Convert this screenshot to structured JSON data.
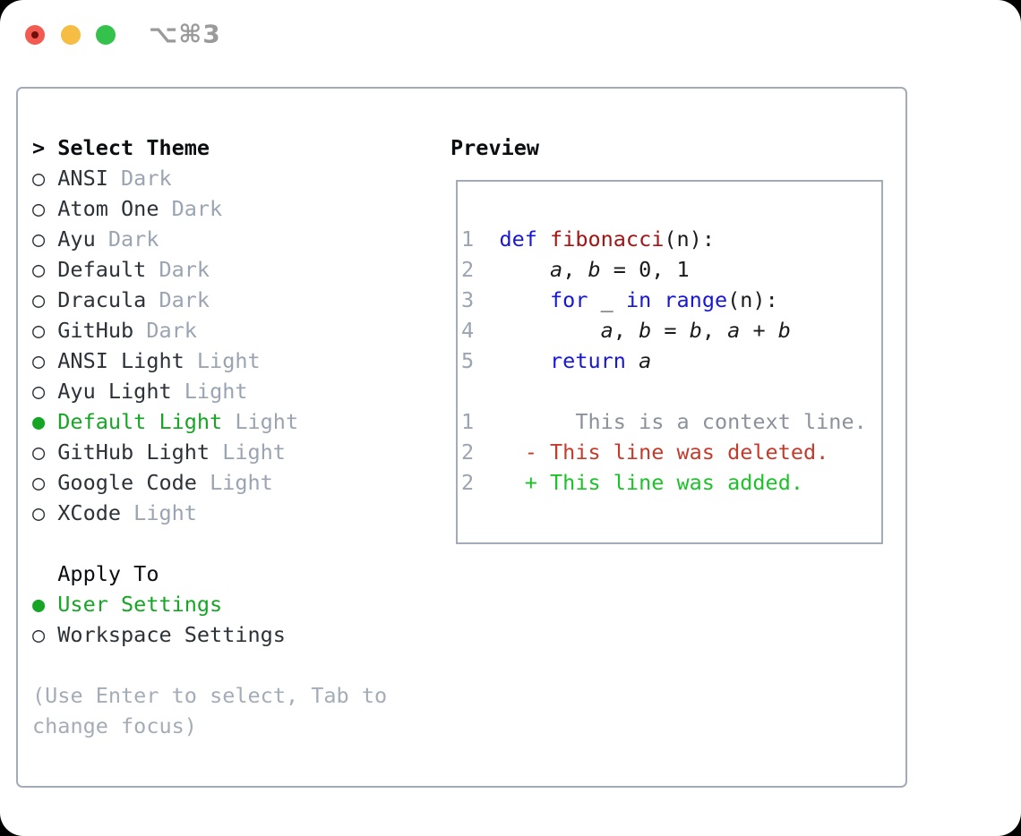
{
  "titlebar": {
    "shortcut": "⌥⌘3"
  },
  "theme_panel": {
    "prompt": ">",
    "title": "Select Theme",
    "items": [
      {
        "label": "ANSI",
        "variant": "Dark",
        "selected": false
      },
      {
        "label": "Atom One",
        "variant": "Dark",
        "selected": false
      },
      {
        "label": "Ayu",
        "variant": "Dark",
        "selected": false
      },
      {
        "label": "Default",
        "variant": "Dark",
        "selected": false
      },
      {
        "label": "Dracula",
        "variant": "Dark",
        "selected": false
      },
      {
        "label": "GitHub",
        "variant": "Dark",
        "selected": false
      },
      {
        "label": "ANSI Light",
        "variant": "Light",
        "selected": false
      },
      {
        "label": "Ayu Light",
        "variant": "Light",
        "selected": false
      },
      {
        "label": "Default Light",
        "variant": "Light",
        "selected": true
      },
      {
        "label": "GitHub Light",
        "variant": "Light",
        "selected": false
      },
      {
        "label": "Google Code",
        "variant": "Light",
        "selected": false
      },
      {
        "label": "XCode",
        "variant": "Light",
        "selected": false
      }
    ],
    "apply_to": {
      "title": "Apply To",
      "options": [
        {
          "label": "User Settings",
          "selected": true
        },
        {
          "label": "Workspace Settings",
          "selected": false
        }
      ]
    },
    "hint_lines": [
      "(Use Enter to select, Tab to",
      "change focus)"
    ]
  },
  "preview": {
    "title": "Preview",
    "lines": [
      {
        "num": "1",
        "segs": [
          {
            "t": "def",
            "c": "keyword"
          },
          {
            "t": " ",
            "c": "plain"
          },
          {
            "t": "fibonacci",
            "c": "function"
          },
          {
            "t": "(n):",
            "c": "plain"
          }
        ]
      },
      {
        "num": "2",
        "segs": [
          {
            "t": "    ",
            "c": "plain"
          },
          {
            "t": "a",
            "c": "variable"
          },
          {
            "t": ", ",
            "c": "plain"
          },
          {
            "t": "b",
            "c": "variable"
          },
          {
            "t": " = 0, 1",
            "c": "plain"
          }
        ]
      },
      {
        "num": "3",
        "segs": [
          {
            "t": "    ",
            "c": "plain"
          },
          {
            "t": "for",
            "c": "keyword"
          },
          {
            "t": " _ ",
            "c": "plain"
          },
          {
            "t": "in",
            "c": "keyword"
          },
          {
            "t": " ",
            "c": "plain"
          },
          {
            "t": "range",
            "c": "keyword"
          },
          {
            "t": "(n):",
            "c": "plain"
          }
        ]
      },
      {
        "num": "4",
        "segs": [
          {
            "t": "        ",
            "c": "plain"
          },
          {
            "t": "a",
            "c": "variable"
          },
          {
            "t": ", ",
            "c": "plain"
          },
          {
            "t": "b",
            "c": "variable"
          },
          {
            "t": " = ",
            "c": "plain"
          },
          {
            "t": "b",
            "c": "variable"
          },
          {
            "t": ", ",
            "c": "plain"
          },
          {
            "t": "a",
            "c": "variable"
          },
          {
            "t": " + ",
            "c": "plain"
          },
          {
            "t": "b",
            "c": "variable"
          }
        ]
      },
      {
        "num": "5",
        "segs": [
          {
            "t": "    ",
            "c": "plain"
          },
          {
            "t": "return",
            "c": "keyword"
          },
          {
            "t": " ",
            "c": "plain"
          },
          {
            "t": "a",
            "c": "variable"
          }
        ]
      },
      {
        "num": "",
        "segs": []
      },
      {
        "num": "1",
        "segs": [
          {
            "t": "      This is a context line.",
            "c": "context"
          }
        ]
      },
      {
        "num": "2",
        "segs": [
          {
            "t": "  ",
            "c": "plain"
          },
          {
            "t": "- This line was deleted.",
            "c": "deleted"
          }
        ]
      },
      {
        "num": "2",
        "segs": [
          {
            "t": "  ",
            "c": "plain"
          },
          {
            "t": "+ This line was added.",
            "c": "added"
          }
        ]
      }
    ]
  },
  "colors": {
    "kw": "#1717d4",
    "fn": "#a31515",
    "plain": "#1b1b1b",
    "num": "#9aa4b2",
    "ctx": "#8b929b",
    "del": "#c53b2b",
    "add": "#1cc22a",
    "selected": "#17a526",
    "item": "#2d3238",
    "suffix": "#9aa4b2",
    "hint": "#a4adb7",
    "title": "#0b0d10",
    "border": "#a3abb6",
    "shortcut": "#9a9a9a",
    "light_red": "#f15b51",
    "light_yellow": "#f5bd44",
    "light_green": "#35c24c",
    "light_red_dot": "#6e0f0a",
    "window_bg": "#ffffff",
    "page_bg": "#000000"
  }
}
